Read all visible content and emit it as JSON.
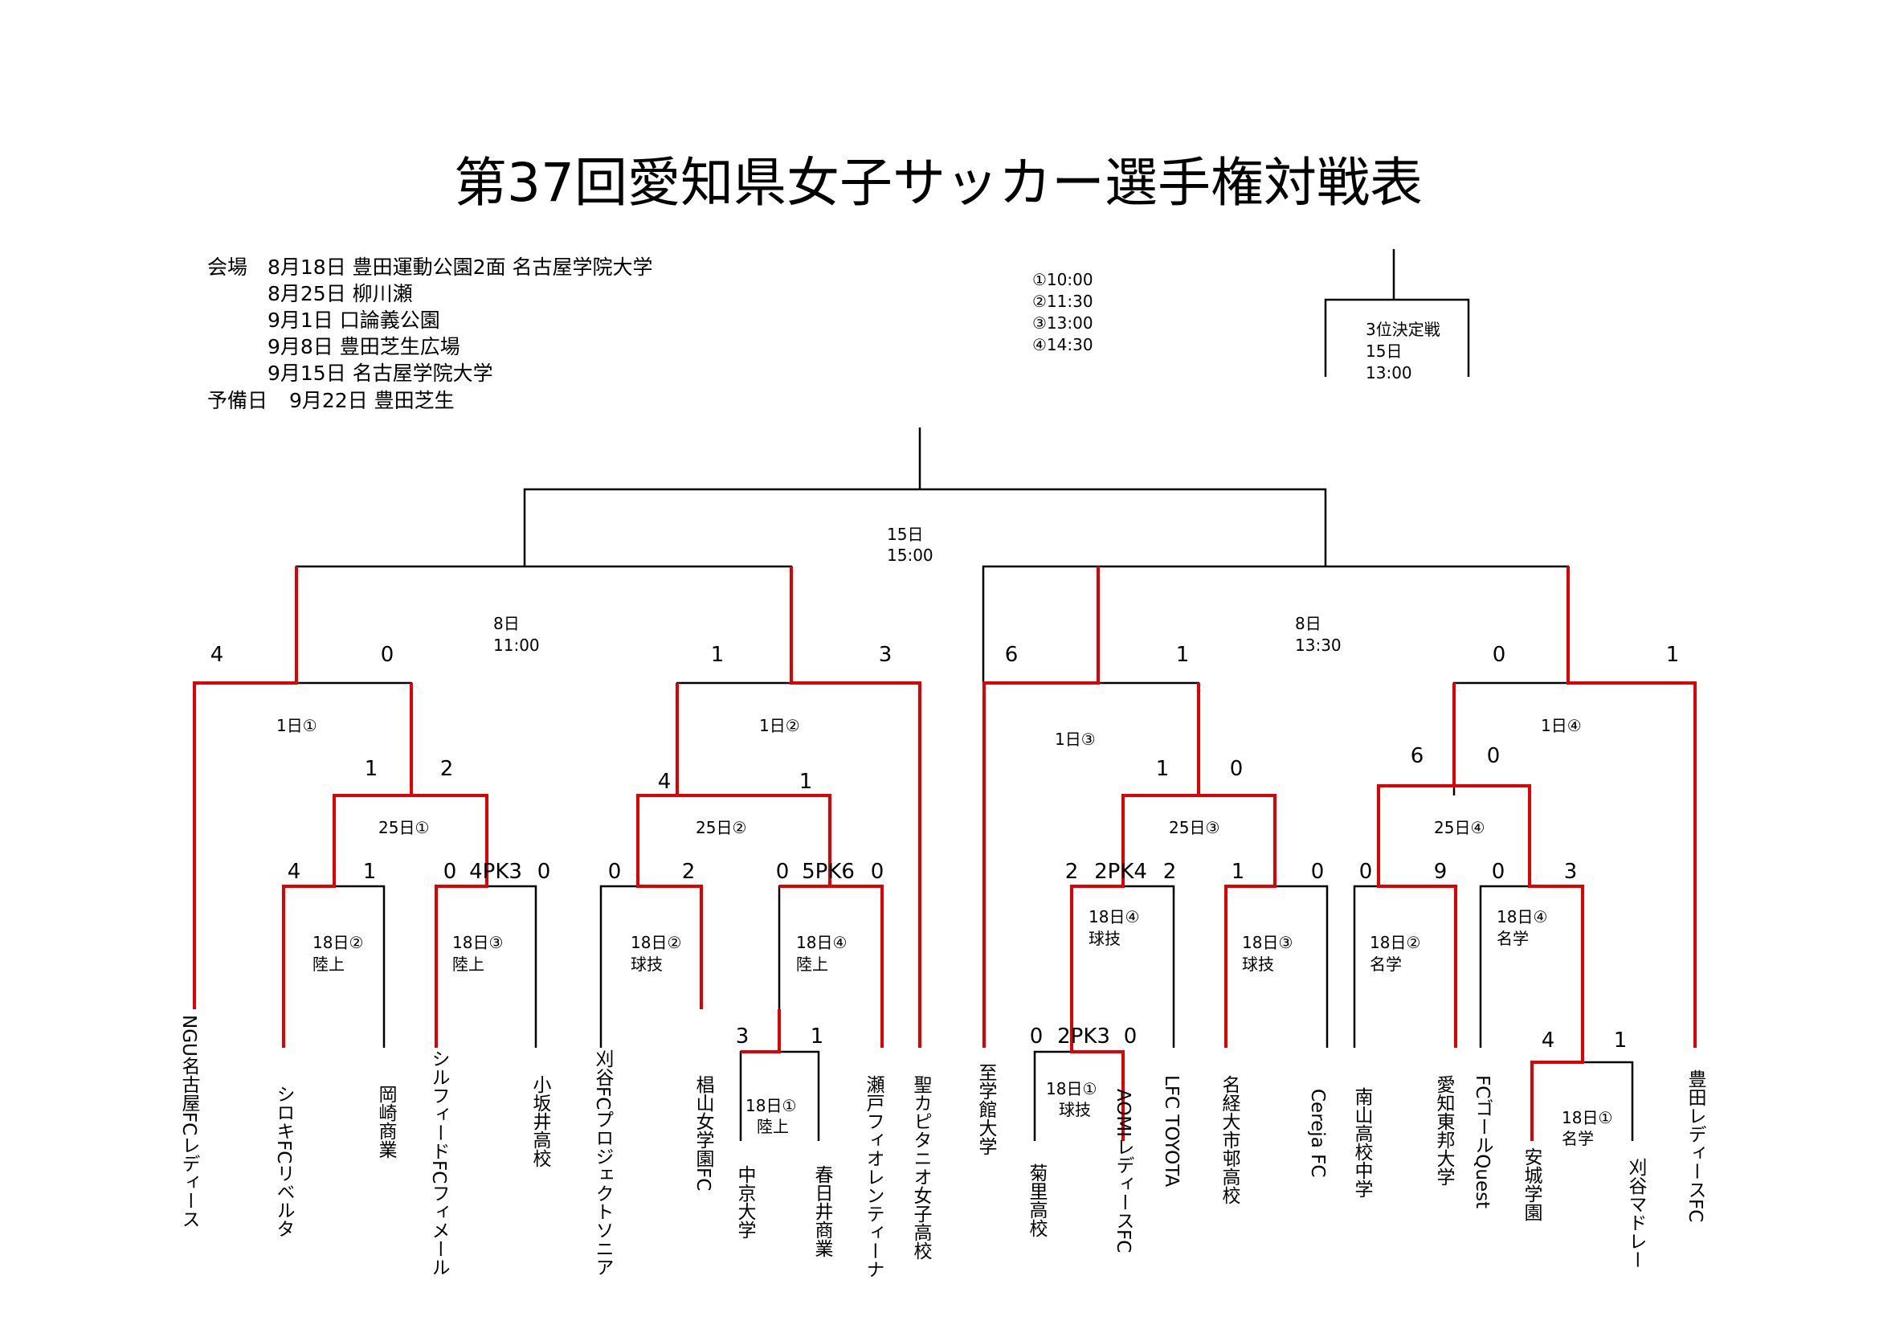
{
  "title": "第37回愛知県女子サッカー選手権対戦表",
  "venues": {
    "label": "会場",
    "lines": [
      "8月18日  豊田運動公園2面  名古屋学院大学",
      "8月25日  柳川瀬",
      "9月1日  口論義公園",
      "9月8日  豊田芝生広場",
      "9月15日  名古屋学院大学"
    ],
    "reserve_label": "予備日",
    "reserve_value": "9月22日  豊田芝生"
  },
  "kickoff_times": [
    "①10:00",
    "②11:30",
    "③13:00",
    "④14:30"
  ],
  "third_place": {
    "title": "3位決定戦",
    "day": "15日",
    "time": "13:00"
  },
  "final": {
    "day": "15日",
    "time": "15:00"
  },
  "semifinals": [
    {
      "day": "8日",
      "time": "11:00"
    },
    {
      "day": "8日",
      "time": "13:30"
    }
  ],
  "qf_scores": [
    "4",
    "0",
    "1",
    "3",
    "6",
    "1",
    "0",
    "1"
  ],
  "match_labels": [
    "1日①",
    "1日②",
    "1日③",
    "1日④",
    "25日①",
    "25日②",
    "25日③",
    "25日④"
  ],
  "r2_scores": [
    "1",
    "2",
    "4",
    "1",
    "1",
    "0",
    "6",
    "0"
  ],
  "r1_scores": [
    "4",
    "1",
    "0",
    "4PK3",
    "0",
    "0",
    "2",
    "0",
    "5PK6",
    "0",
    "2",
    "2PK4",
    "2",
    "1",
    "0",
    "0",
    "9",
    "0",
    "3"
  ],
  "r1_labels": [
    {
      "day": "18日②",
      "venue": "陸上"
    },
    {
      "day": "18日③",
      "venue": "陸上"
    },
    {
      "day": "18日②",
      "venue": "球技"
    },
    {
      "day": "18日④",
      "venue": "陸上"
    },
    {
      "day": "18日④",
      "venue": "球技"
    },
    {
      "day": "18日③",
      "venue": "球技"
    },
    {
      "day": "18日②",
      "venue": "名学"
    },
    {
      "day": "18日④",
      "venue": "名学"
    }
  ],
  "prelim_scores": [
    "3",
    "1",
    "0",
    "2PK3",
    "0",
    "4",
    "1"
  ],
  "prelim_labels": [
    {
      "day": "18日①",
      "venue": "陸上"
    },
    {
      "day": "18日①",
      "venue": "球技"
    },
    {
      "day": "18日①",
      "venue": "名学"
    }
  ],
  "teams": [
    "NGU名古屋FCレディース",
    "シロキFCリベルタ",
    "岡崎商業",
    "シルフィードFCフィメール",
    "小坂井高校",
    "刈谷FCプロジェクトソニア",
    "椙山女学園FC",
    "中京大学",
    "春日井商業",
    "瀬戸フィオレンティーナ",
    "聖カピタニオ女子高校",
    "至学館大学",
    "菊里高校",
    "AOMIレディースFC",
    "LFC TOYOTA",
    "名経大市邨高校",
    "Cereja FC",
    "南山高校中学",
    "愛知東邦大学",
    "FCゴールQuest",
    "安城学園",
    "刈谷マドレー",
    "豊田レディースFC"
  ],
  "colors": {
    "line": "#000000",
    "winner": "#e00000"
  }
}
